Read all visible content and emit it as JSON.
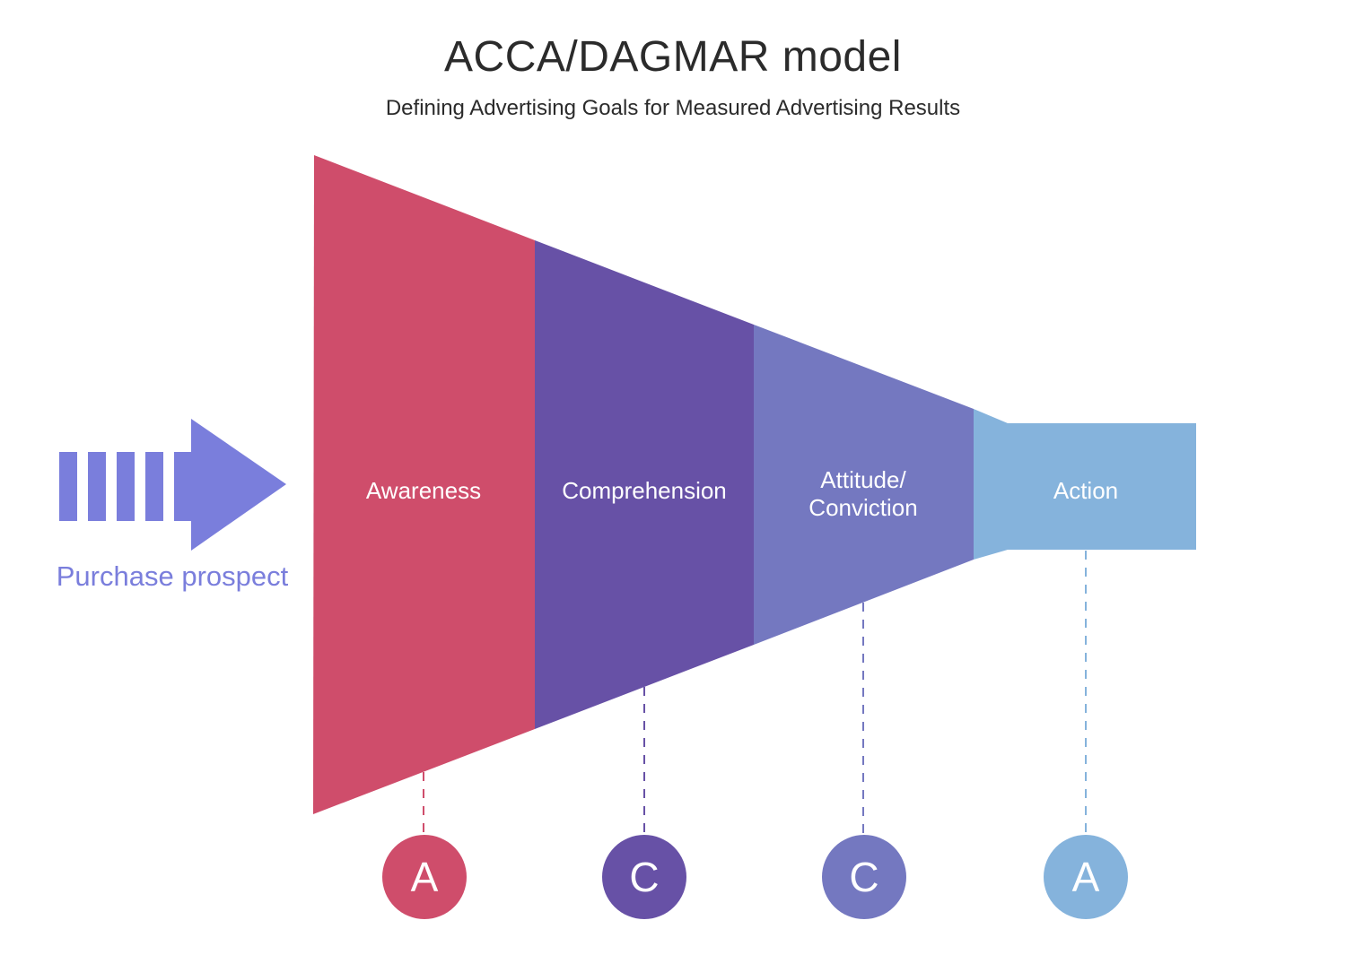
{
  "title": "ACCA/DAGMAR model",
  "subtitle": "Defining Advertising Goals for Measured Advertising Results",
  "colors": {
    "title_text": "#2B2B2B",
    "subtitle_text": "#2B2B2B",
    "stage_label_text": "#FFFFFF",
    "background": "#FFFFFF"
  },
  "purchase_arrow": {
    "label": "Purchase prospect",
    "color": "#7A7EDC"
  },
  "funnel": {
    "stages": [
      {
        "name": "Awareness",
        "letter": "A",
        "color": "#CF4D6B"
      },
      {
        "name": "Comprehension",
        "letter": "C",
        "color": "#6751A6"
      },
      {
        "name": "Attitude/Conviction",
        "name_lines": [
          "Attitude/",
          "Conviction"
        ],
        "letter": "C",
        "color": "#7478C0"
      },
      {
        "name": "Action",
        "letter": "A",
        "color": "#85B3DC"
      }
    ]
  }
}
